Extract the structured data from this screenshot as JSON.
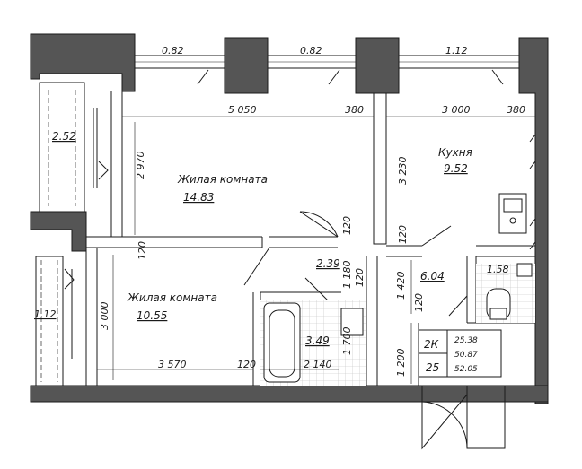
{
  "rooms": [
    {
      "id": "living1",
      "name": "Жилая комната",
      "area": "14.83"
    },
    {
      "id": "living2",
      "name": "Жилая комната",
      "area": "10.55"
    },
    {
      "id": "kitchen",
      "name": "Кухня",
      "area": "9.52"
    },
    {
      "id": "hall",
      "area": "6.04"
    },
    {
      "id": "corridor",
      "area": "2.39"
    },
    {
      "id": "bath",
      "area": "3.49"
    },
    {
      "id": "wc",
      "area": "1.58"
    },
    {
      "id": "balcony1",
      "area": "2.52"
    },
    {
      "id": "balcony2",
      "area": "1.12"
    }
  ],
  "windows": [
    "0.82",
    "0.82",
    "1.12"
  ],
  "dimensions": {
    "living1_width": "5 050",
    "wall_380_a": "380",
    "kitchen_width": "3 000",
    "wall_380_b": "380",
    "living1_depth": "2 970",
    "kitchen_depth": "3 230",
    "wall_120_a": "120",
    "wall_120_b": "120",
    "wall_120_c": "120",
    "wall_120_d": "120",
    "wall_120_e": "120",
    "living2_depth": "3 000",
    "living2_width": "3 570",
    "wall_120_f": "120",
    "bath_width": "2 140",
    "corridor_depth": "1 180",
    "bath_depth": "1 700",
    "hall_depth_a": "1 420",
    "hall_depth_b": "1 200"
  },
  "summary": {
    "type": "2К",
    "floor": "25",
    "living_area": "25.38",
    "total_area": "50.87",
    "total_with_balcony": "52.05"
  },
  "colors": {
    "wall": "#555555",
    "line": "#1a1a1a",
    "background": "#ffffff"
  }
}
